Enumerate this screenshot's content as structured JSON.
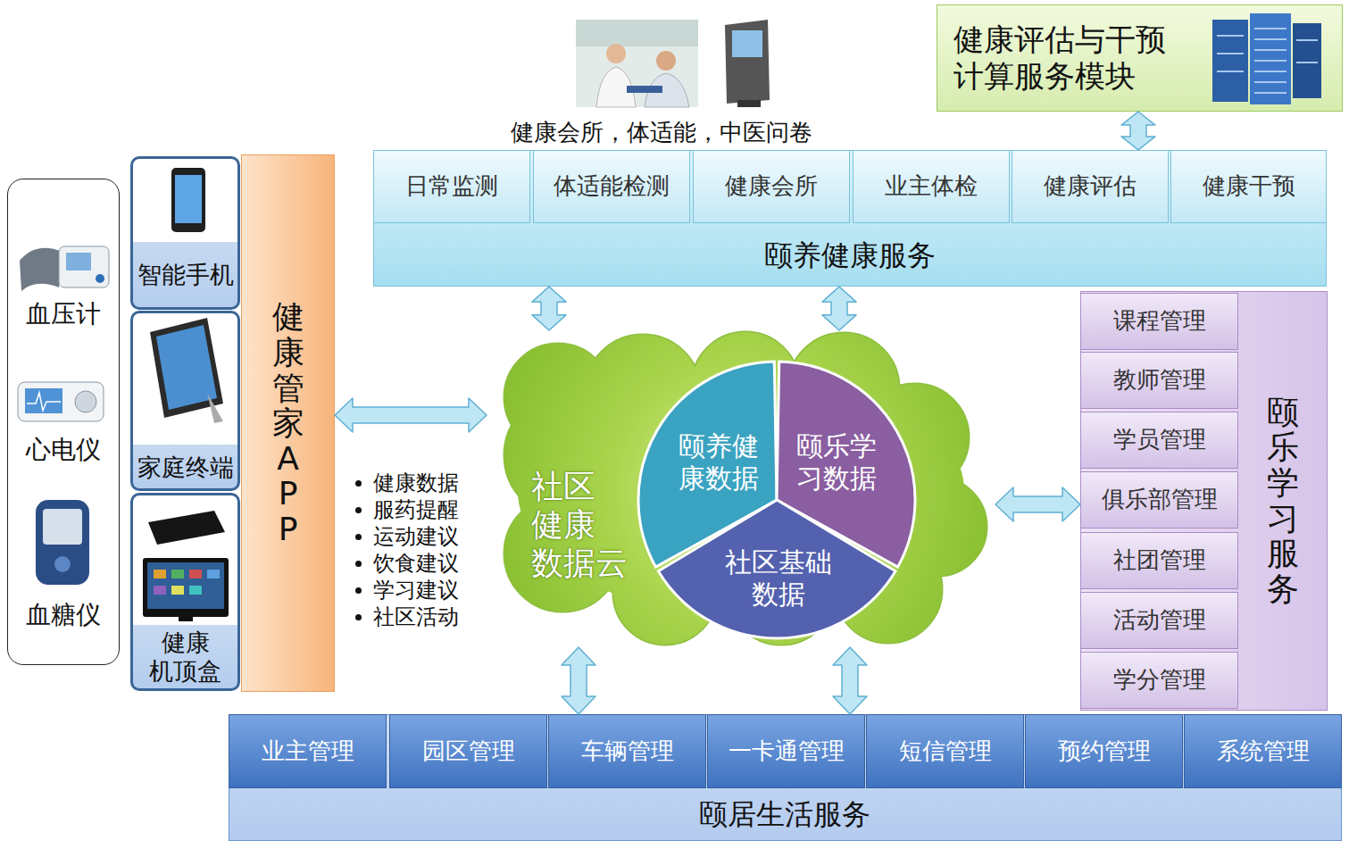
{
  "diagram": {
    "nodes": [
      {
        "text": [
          "健康评估与干预 计算服务模块"
        ]
      },
      {
        "text": [
          "颐养健康服务"
        ]
      },
      {
        "text": [
          "日常监测"
        ],
        "in": 1
      },
      {
        "text": [
          "体适能检测"
        ],
        "in": 1
      },
      {
        "text": [
          "健康会所"
        ],
        "in": 1
      },
      {
        "text": [
          "业主体检"
        ],
        "in": 1
      },
      {
        "text": [
          "健康评估"
        ],
        "in": 1
      },
      {
        "text": [
          "健康干预"
        ],
        "in": 1
      },
      {
        "text": [
          "血压计",
          "心电仪",
          "血糖仪"
        ]
      },
      {
        "text": [
          "智能手机"
        ]
      },
      {
        "text": [
          "家庭终端"
        ]
      },
      {
        "text": [
          "健康 机顶盒"
        ]
      },
      {
        "text": [
          "健康管家APP"
        ]
      },
      {
        "text": [
          "社区 健康 数据云"
        ]
      },
      {
        "text": [
          "颐养健 康数据"
        ],
        "in": 13
      },
      {
        "text": [
          "颐乐学 习数据"
        ],
        "in": 13
      },
      {
        "text": [
          "社区基础 数据"
        ],
        "in": 13
      },
      {
        "text": [
          "颐乐学习服务"
        ]
      },
      {
        "text": [
          "课程管理"
        ],
        "in": 17
      },
      {
        "text": [
          "教师管理"
        ],
        "in": 17
      },
      {
        "text": [
          "学员管理"
        ],
        "in": 17
      },
      {
        "text": [
          "俱乐部管理"
        ],
        "in": 17
      },
      {
        "text": [
          "社团管理"
        ],
        "in": 17
      },
      {
        "text": [
          "活动管理"
        ],
        "in": 17
      },
      {
        "text": [
          "学分管理"
        ],
        "in": 17
      },
      {
        "text": [
          "颐居生活服务"
        ]
      },
      {
        "text": [
          "业主管理"
        ],
        "in": 25
      },
      {
        "text": [
          "园区管理"
        ],
        "in": 25
      },
      {
        "text": [
          "车辆管理"
        ],
        "in": 25
      },
      {
        "text": [
          "一卡通管理"
        ],
        "in": 25
      },
      {
        "text": [
          "短信管理"
        ],
        "in": 25
      },
      {
        "text": [
          "预约管理"
        ],
        "in": 25
      },
      {
        "text": [
          "系统管理"
        ],
        "in": 25
      }
    ],
    "edges": [
      {
        "from": 0,
        "to": 6,
        "arrow": "both"
      },
      {
        "from": 1,
        "to": 13,
        "arrow": "both"
      },
      {
        "from": 1,
        "to": 13,
        "arrow": "both"
      },
      {
        "from": 12,
        "to": 13,
        "arrow": "both"
      },
      {
        "from": 13,
        "to": 17,
        "arrow": "both"
      },
      {
        "from": 13,
        "to": 25,
        "arrow": "both"
      },
      {
        "from": 13,
        "to": 25,
        "arrow": "both"
      }
    ],
    "labels": [
      "健康会所，体适能，中医问卷",
      "健康数据",
      "服药提醒",
      "运动建议",
      "饮食建议",
      "学习建议",
      "社区活动"
    ]
  }
}
